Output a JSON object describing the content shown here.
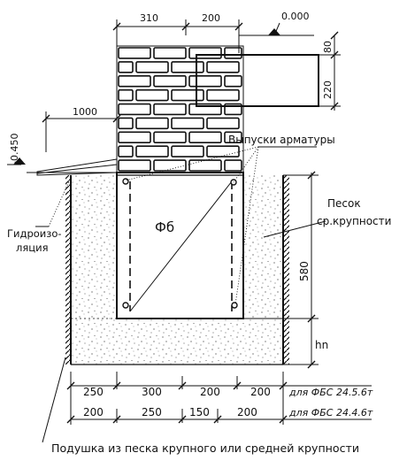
{
  "dims_top": {
    "brick_width": "310",
    "slab_gap": "200",
    "level_zero": "0.000"
  },
  "dims_slab": {
    "thickness_a": "80",
    "thickness_b": "220"
  },
  "dims_left": {
    "offset": "1000",
    "level_ground": "-0.450"
  },
  "labels": {
    "rebar": "Выпуски арматуры",
    "block": "Фб",
    "sand_line1": "Песок",
    "sand_line2": "ср.крупности",
    "waterproof_line1": "Гидроизо-",
    "waterproof_line2": "ляция",
    "cushion": "Подушка из песка крупного или средней крупности"
  },
  "dims_right": {
    "block_height": "580",
    "cushion_height": "hn"
  },
  "dims_bottom": {
    "row1": [
      "250",
      "300",
      "200",
      "200"
    ],
    "row1_label": "для ФБС 24.5.6т",
    "row2": [
      "200",
      "250",
      "150",
      "200"
    ],
    "row2_label": "для ФБС 24.4.6т"
  }
}
